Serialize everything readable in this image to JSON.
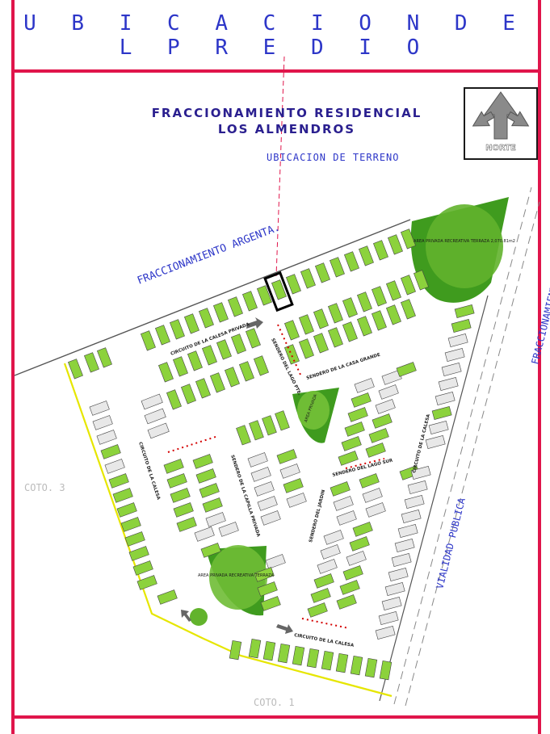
{
  "header": {
    "title": "U B I C A C I O N   D E L   P R E D I O"
  },
  "development": {
    "line1": "FRACCIONAMIENTO RESIDENCIAL",
    "line2": "LOS ALMENDROS"
  },
  "terrain_label": "UBICACION DE TERRENO",
  "north_label": "NORTE",
  "neighbors": {
    "argenta": "FRACCIONAMIENTO ARGENTA.",
    "centinela": "FRACCIONAMIENTO EL CENTINELA.",
    "vialidad": "VIALIDAD PUBLICA",
    "coto3": "COTO. 3",
    "coto1": "COTO. 1"
  },
  "streets": {
    "calesa_privada": "CIRCUITO DE LA CALESA PRIVADA",
    "sendero_lago_pte": "SENDERO DEL LAGO PTE.",
    "sendero_casa_grande": "SENDERO DE LA CASA GRANDE",
    "sendero_lago_sur": "SENDERO DEL LAGO SUR",
    "sendero_jardin": "SENDERO DEL JARDIN",
    "capilla_privada": "SENDERO DE LA CAPILLA PRIVADA",
    "circuito_calesa_w": "CIRCUITO DE LA CALESA",
    "circuito_calesa_e": "CIRCUITO DE LA CALESA",
    "circuito_calesa_s": "CIRCUITO DE LA CALESA"
  },
  "areas": {
    "recreativa_ne": "AREA PRIVADA RECREATIVA TERRAZA 2,070.81m2",
    "recreativa_sw": "AREA PRIVADA RECREATIVA TERRAZA",
    "recreativa_center": "AREA PRIVADA"
  },
  "colors": {
    "frame": "#e0154b",
    "text_blue": "#2d36c8",
    "title_navy": "#2a1f8f",
    "lot_green": "#8cd23c",
    "park_green": "#3a9a1a",
    "boundary_yellow": "#e8e800",
    "ref_line": "#e0154b"
  },
  "icons": [
    "north-arrow-icon"
  ]
}
